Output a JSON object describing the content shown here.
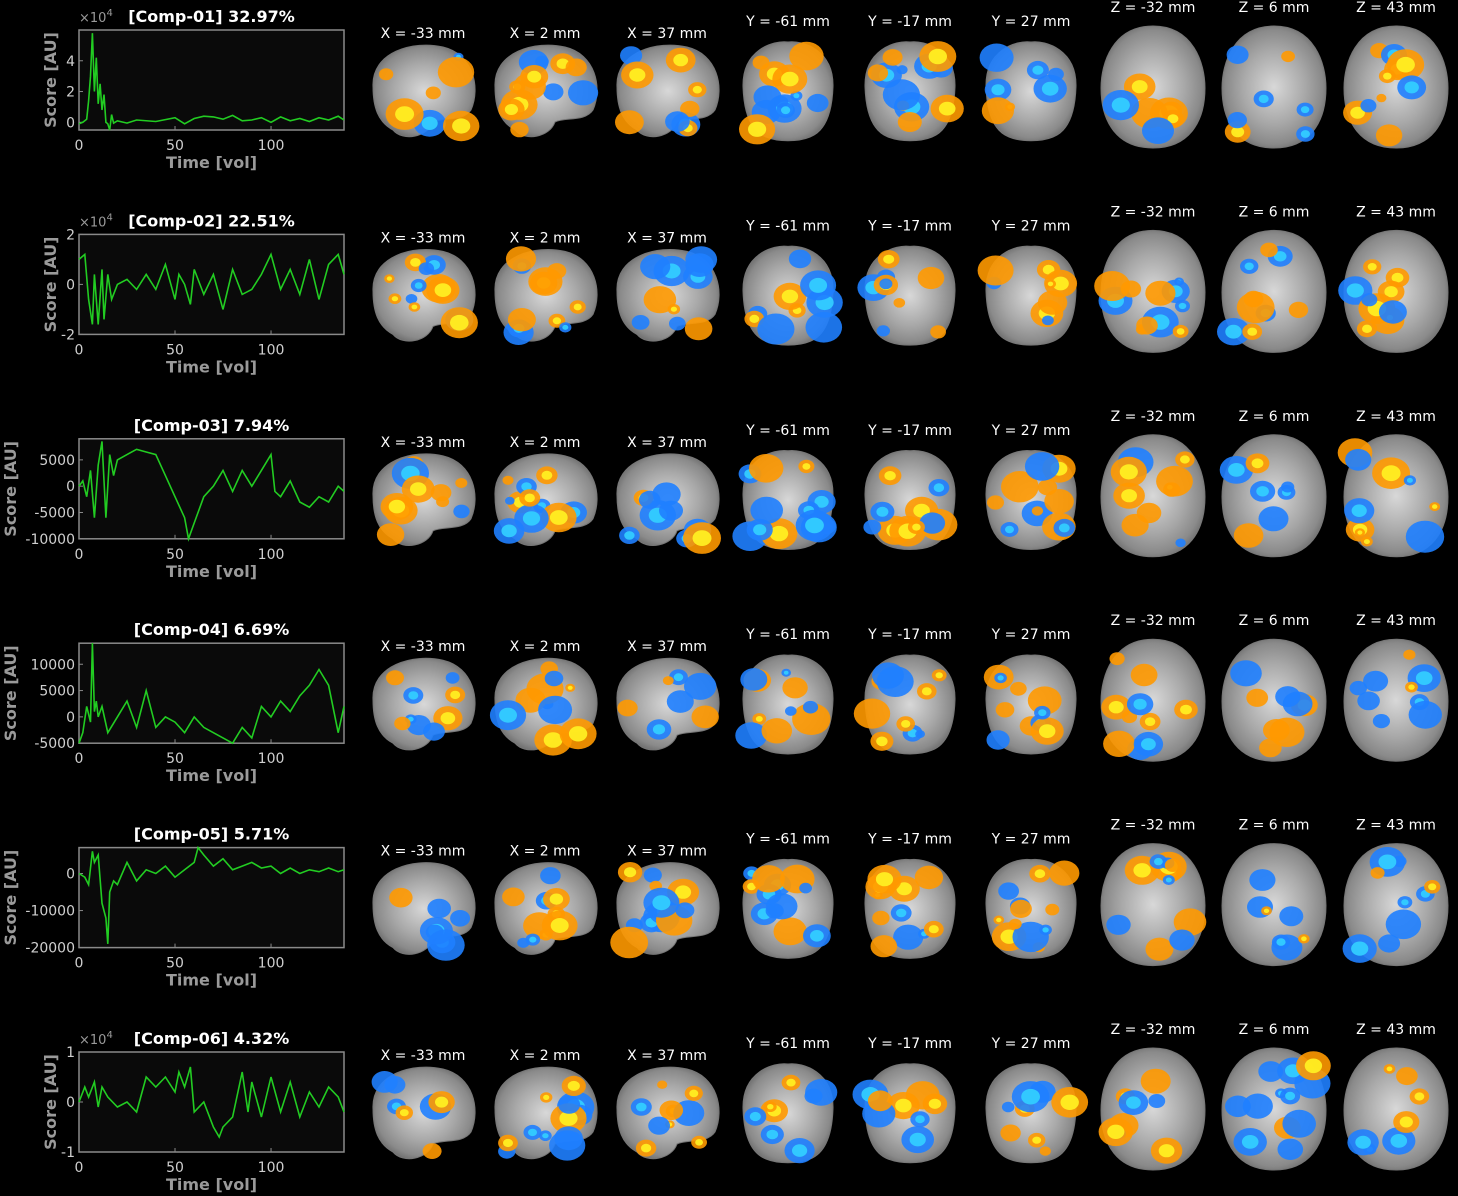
{
  "x_label": "Time [vol]",
  "y_label": "Score [AU]",
  "slice_labels": [
    "X = -33 mm",
    "X = 2 mm",
    "X = 37 mm",
    "Y = -61 mm",
    "Y = -17 mm",
    "Y = 27 mm",
    "Z = -32 mm",
    "Z = 6 mm",
    "Z = 43 mm"
  ],
  "slice_kinds": [
    "sagittal",
    "sagittal",
    "sagittal",
    "coronal",
    "coronal",
    "coronal",
    "axial",
    "axial",
    "axial"
  ],
  "colors": {
    "trace": "#22cc22",
    "positive": "#ff9900",
    "positive_peak": "#ffee22",
    "negative": "#1f7fff",
    "negative_peak": "#33ccff",
    "brain": "#9a9a9a"
  },
  "chart_data": [
    {
      "type": "line",
      "title": "[Comp-01] 32.97%",
      "xlabel": "Time [vol]",
      "ylabel": "Score [AU]",
      "xlim": [
        0,
        138
      ],
      "ylim": [
        -5000,
        60000
      ],
      "xticks": [
        "0",
        "50",
        "100"
      ],
      "yticks": [
        "0",
        "2",
        "4"
      ],
      "ytick_values": [
        0,
        20000,
        40000
      ],
      "exponent": "×10",
      "exponent_power": "4",
      "x": [
        0,
        2,
        4,
        5,
        6,
        7,
        8,
        9,
        10,
        11,
        12,
        13,
        14,
        15,
        16,
        17,
        18,
        20,
        25,
        30,
        40,
        50,
        55,
        60,
        65,
        70,
        75,
        80,
        85,
        90,
        95,
        100,
        105,
        110,
        115,
        120,
        125,
        130,
        135,
        138
      ],
      "values": [
        -1000,
        0,
        2000,
        14000,
        30000,
        58000,
        20000,
        42000,
        12000,
        25000,
        8000,
        18000,
        0,
        -1000,
        -5000,
        5000,
        -500,
        1000,
        -500,
        1500,
        500,
        3000,
        -1000,
        2500,
        4000,
        3500,
        2000,
        4500,
        1000,
        1500,
        3000,
        0,
        3500,
        1000,
        2500,
        500,
        3000,
        1500,
        4000,
        1500
      ]
    },
    {
      "type": "line",
      "title": "[Comp-02] 22.51%",
      "xlabel": "Time [vol]",
      "ylabel": "Score [AU]",
      "xlim": [
        0,
        138
      ],
      "ylim": [
        -20000,
        20000
      ],
      "xticks": [
        "0",
        "50",
        "100"
      ],
      "yticks": [
        "-2",
        "0",
        "2"
      ],
      "ytick_values": [
        -20000,
        0,
        20000
      ],
      "exponent": "×10",
      "exponent_power": "4",
      "x": [
        0,
        3,
        5,
        7,
        8,
        10,
        12,
        13,
        15,
        17,
        20,
        25,
        30,
        35,
        40,
        45,
        50,
        52,
        55,
        58,
        60,
        65,
        70,
        75,
        80,
        85,
        90,
        95,
        100,
        105,
        110,
        115,
        120,
        125,
        130,
        135,
        138
      ],
      "values": [
        10000,
        12000,
        -6000,
        -16000,
        4000,
        -16000,
        6000,
        -14000,
        4000,
        -6000,
        0,
        2000,
        -2000,
        4000,
        -2000,
        8000,
        -6000,
        4000,
        0,
        -8000,
        6000,
        -4000,
        4000,
        -10000,
        6000,
        -4000,
        -2000,
        4000,
        12000,
        -2000,
        6000,
        -4000,
        10000,
        -6000,
        8000,
        12000,
        4000
      ]
    },
    {
      "type": "line",
      "title": "[Comp-03] 7.94%",
      "xlabel": "Time [vol]",
      "ylabel": "Score [AU]",
      "xlim": [
        0,
        138
      ],
      "ylim": [
        -10000,
        9000
      ],
      "xticks": [
        "0",
        "50",
        "100"
      ],
      "yticks": [
        "5000",
        "0",
        "-5000",
        "-10000"
      ],
      "ytick_values": [
        5000,
        0,
        -5000,
        -10000
      ],
      "exponent": "",
      "exponent_power": "",
      "x": [
        0,
        2,
        4,
        6,
        8,
        10,
        12,
        14,
        16,
        18,
        20,
        25,
        30,
        35,
        40,
        45,
        50,
        55,
        57,
        60,
        65,
        70,
        75,
        80,
        85,
        90,
        95,
        100,
        102,
        105,
        110,
        115,
        120,
        125,
        130,
        135,
        138
      ],
      "values": [
        0,
        1000,
        -2000,
        3000,
        -6000,
        4000,
        8500,
        -6000,
        6000,
        2000,
        5000,
        6000,
        7000,
        6500,
        6000,
        2000,
        -2000,
        -6000,
        -10000,
        -7000,
        -2000,
        0,
        3000,
        -1000,
        3000,
        0,
        3000,
        6000,
        -1000,
        -2000,
        1000,
        -3000,
        -4000,
        -2000,
        -3000,
        0,
        -1000
      ]
    },
    {
      "type": "line",
      "title": "[Comp-04] 6.69%",
      "xlabel": "Time [vol]",
      "ylabel": "Score [AU]",
      "xlim": [
        0,
        138
      ],
      "ylim": [
        -5000,
        14000
      ],
      "xticks": [
        "0",
        "50",
        "100"
      ],
      "yticks": [
        "10000",
        "5000",
        "0",
        "-5000"
      ],
      "ytick_values": [
        10000,
        5000,
        0,
        -5000
      ],
      "exponent": "",
      "exponent_power": "",
      "x": [
        0,
        2,
        4,
        6,
        7,
        8,
        9,
        10,
        12,
        15,
        20,
        25,
        30,
        35,
        40,
        45,
        50,
        55,
        60,
        65,
        70,
        75,
        80,
        85,
        90,
        95,
        100,
        105,
        110,
        115,
        120,
        125,
        130,
        135,
        138
      ],
      "values": [
        -5000,
        -3000,
        2000,
        -1000,
        14000,
        1000,
        3000,
        0,
        2000,
        -3000,
        0,
        3000,
        -2000,
        5000,
        -2000,
        0,
        -1000,
        -3000,
        0,
        -2000,
        -3000,
        -4000,
        -5000,
        -2000,
        -4000,
        2000,
        0,
        3000,
        1000,
        4000,
        6000,
        9000,
        6000,
        -3000,
        2000
      ]
    },
    {
      "type": "line",
      "title": "[Comp-05] 5.71%",
      "xlabel": "Time [vol]",
      "ylabel": "Score [AU]",
      "xlim": [
        0,
        138
      ],
      "ylim": [
        -20000,
        7000
      ],
      "xticks": [
        "0",
        "50",
        "100"
      ],
      "yticks": [
        "0",
        "-10000",
        "-20000"
      ],
      "ytick_values": [
        0,
        -10000,
        -20000
      ],
      "exponent": "",
      "exponent_power": "",
      "x": [
        0,
        3,
        5,
        7,
        8,
        10,
        12,
        14,
        15,
        16,
        18,
        20,
        25,
        30,
        35,
        40,
        45,
        50,
        55,
        60,
        62,
        65,
        70,
        75,
        80,
        85,
        90,
        95,
        100,
        105,
        110,
        115,
        120,
        125,
        130,
        135,
        138
      ],
      "values": [
        0,
        -1000,
        -3000,
        6000,
        3000,
        5000,
        -8000,
        -12000,
        -19000,
        -5000,
        -2000,
        -3000,
        3000,
        -2000,
        1000,
        0,
        2000,
        -1000,
        1000,
        3000,
        7000,
        5000,
        2000,
        4000,
        1000,
        2000,
        3000,
        1500,
        2000,
        0,
        1500,
        0,
        1000,
        500,
        1500,
        500,
        1000
      ]
    },
    {
      "type": "line",
      "title": "[Comp-06] 4.32%",
      "xlabel": "Time [vol]",
      "ylabel": "Score [AU]",
      "xlim": [
        0,
        138
      ],
      "ylim": [
        -10000,
        10000
      ],
      "xticks": [
        "0",
        "50",
        "100"
      ],
      "yticks": [
        "-1",
        "0",
        "1"
      ],
      "ytick_values": [
        -10000,
        0,
        10000
      ],
      "exponent": "×10",
      "exponent_power": "4",
      "x": [
        0,
        3,
        5,
        8,
        10,
        12,
        15,
        20,
        25,
        30,
        35,
        40,
        45,
        50,
        52,
        55,
        58,
        60,
        65,
        70,
        73,
        75,
        80,
        85,
        88,
        90,
        95,
        100,
        105,
        110,
        115,
        120,
        125,
        130,
        135,
        138
      ],
      "values": [
        0,
        3000,
        1000,
        4000,
        -1000,
        3000,
        1000,
        -1000,
        0,
        -2000,
        5000,
        3000,
        5000,
        2000,
        6000,
        3000,
        7000,
        -2000,
        0,
        -5000,
        -7000,
        -5000,
        -3000,
        6000,
        -2000,
        4000,
        -3000,
        5000,
        -2000,
        4000,
        -3000,
        2000,
        -1000,
        3000,
        1000,
        -2000
      ]
    }
  ]
}
